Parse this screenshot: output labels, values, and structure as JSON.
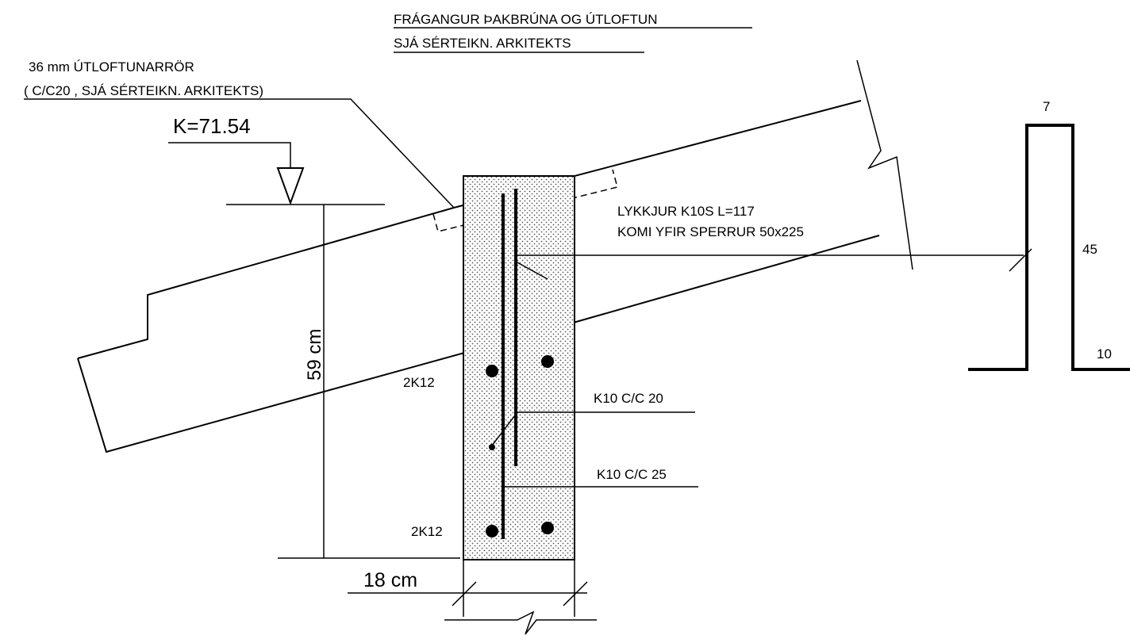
{
  "header": {
    "line1": "FRÁGANGUR ÞAKBRÚNA OG ÚTLOFTUN",
    "line2": "SJÁ SÉRTEIKN. ARKITEKTS"
  },
  "vent_note": {
    "line1": "36 mm ÚTLOFTUNARRÖR",
    "line2": "( C/C20  , SJÁ SÉRTEIKN. ARKITEKTS)"
  },
  "level_mark": "K=71.54",
  "dim_height": "59 cm",
  "dim_width": "18 cm",
  "hook_note": {
    "line1": "LYKKJUR K10S  L=117",
    "line2": "KOMI YFIR SPERRUR 50x225"
  },
  "rebar_top": "2K12",
  "rebar_bottom": "2K12",
  "stirrup_1": "K10 C/C 20",
  "stirrup_2": "K10 C/C 25",
  "hook_dims": {
    "top": "7",
    "leg": "45",
    "foot": "10"
  },
  "colors": {
    "ink": "#000000",
    "paper": "#ffffff",
    "concrete_fill": "#c8c8c8"
  }
}
